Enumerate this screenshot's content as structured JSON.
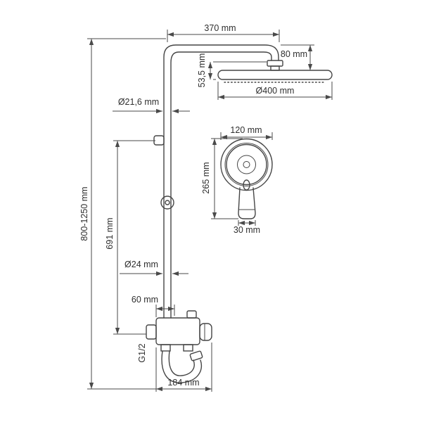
{
  "drawing": {
    "type": "technical-dimension-drawing",
    "subject": "thermostatic shower column with rain head and hand shower",
    "labels": {
      "top_width": "370 mm",
      "arm_drop": "80 mm",
      "head_thickness": "53,5 mm",
      "head_diameter": "Ø400 mm",
      "upper_pipe_diameter": "Ø21,6 mm",
      "total_height": "800-1250 mm",
      "column_height": "691 mm",
      "lower_pipe_diameter": "Ø24 mm",
      "mixer_offset": "60 mm",
      "inlet_thread": "G1/2",
      "mixer_width": "184 mm",
      "handshower_diameter": "120 mm",
      "handshower_length": "265 mm",
      "handle_diameter": "30 mm"
    },
    "colors": {
      "background": "#ffffff",
      "line": "#454545",
      "dimension_line": "#4a4a4a",
      "text": "#2f2f2f"
    }
  }
}
